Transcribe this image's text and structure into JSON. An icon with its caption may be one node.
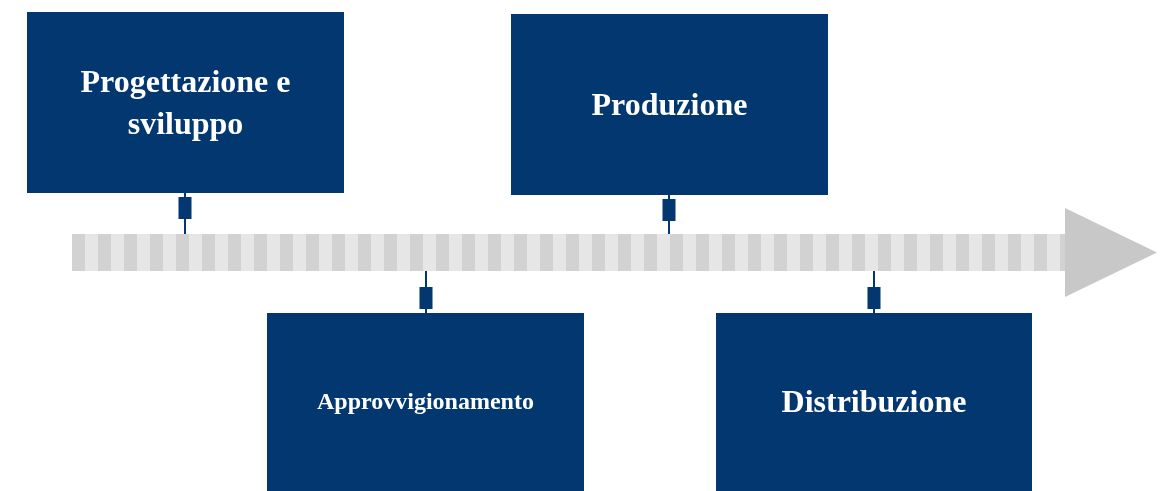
{
  "diagram": {
    "nodes": [
      {
        "text": [
          "Progettazione e sviluppo"
        ]
      },
      {
        "text": [
          "Approvvigionamento"
        ]
      },
      {
        "text": [
          "Produzione"
        ]
      },
      {
        "text": [
          "Distribuzione"
        ]
      },
      {
        "text": [],
        "shape": "bar"
      }
    ],
    "edges": [
      {
        "from": 0,
        "to": 4,
        "arrow": "other"
      },
      {
        "from": 1,
        "to": 4,
        "arrow": "other"
      },
      {
        "from": 2,
        "to": 4,
        "arrow": "other"
      },
      {
        "from": 3,
        "to": 4,
        "arrow": "other"
      }
    ]
  }
}
